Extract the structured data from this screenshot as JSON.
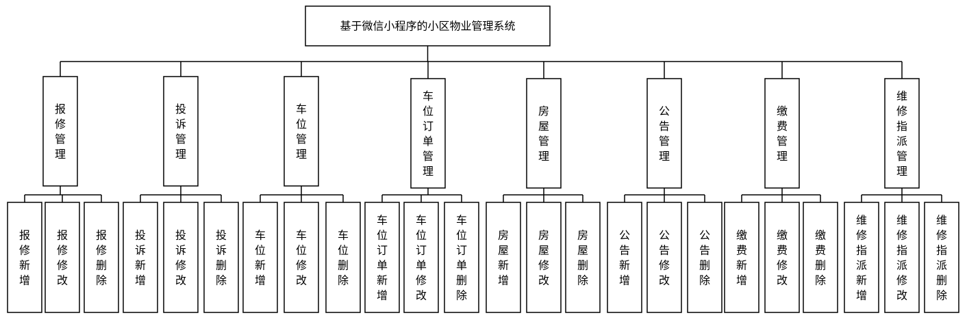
{
  "root": {
    "label": "基于微信小程序的小区物业管理系统"
  },
  "modules": [
    {
      "label": "报修管理",
      "children": [
        "报修新增",
        "报修修改",
        "报修删除"
      ]
    },
    {
      "label": "投诉管理",
      "children": [
        "投诉新增",
        "投诉修改",
        "投诉删除"
      ]
    },
    {
      "label": "车位管理",
      "children": [
        "车位新增",
        "车位修改",
        "车位删除"
      ]
    },
    {
      "label": "车位订单管理",
      "children": [
        "车位订单新增",
        "车位订单修改",
        "车位订单删除"
      ]
    },
    {
      "label": "房屋管理",
      "children": [
        "房屋新增",
        "房屋修改",
        "房屋删除"
      ]
    },
    {
      "label": "公告管理",
      "children": [
        "公告新增",
        "公告修改",
        "公告删除"
      ]
    },
    {
      "label": "缴费管理",
      "children": [
        "缴费新增",
        "缴费修改",
        "缴费删除"
      ]
    },
    {
      "label": "维修指派管理",
      "children": [
        "维修指派新增",
        "维修指派修改",
        "维修指派删除"
      ]
    }
  ]
}
